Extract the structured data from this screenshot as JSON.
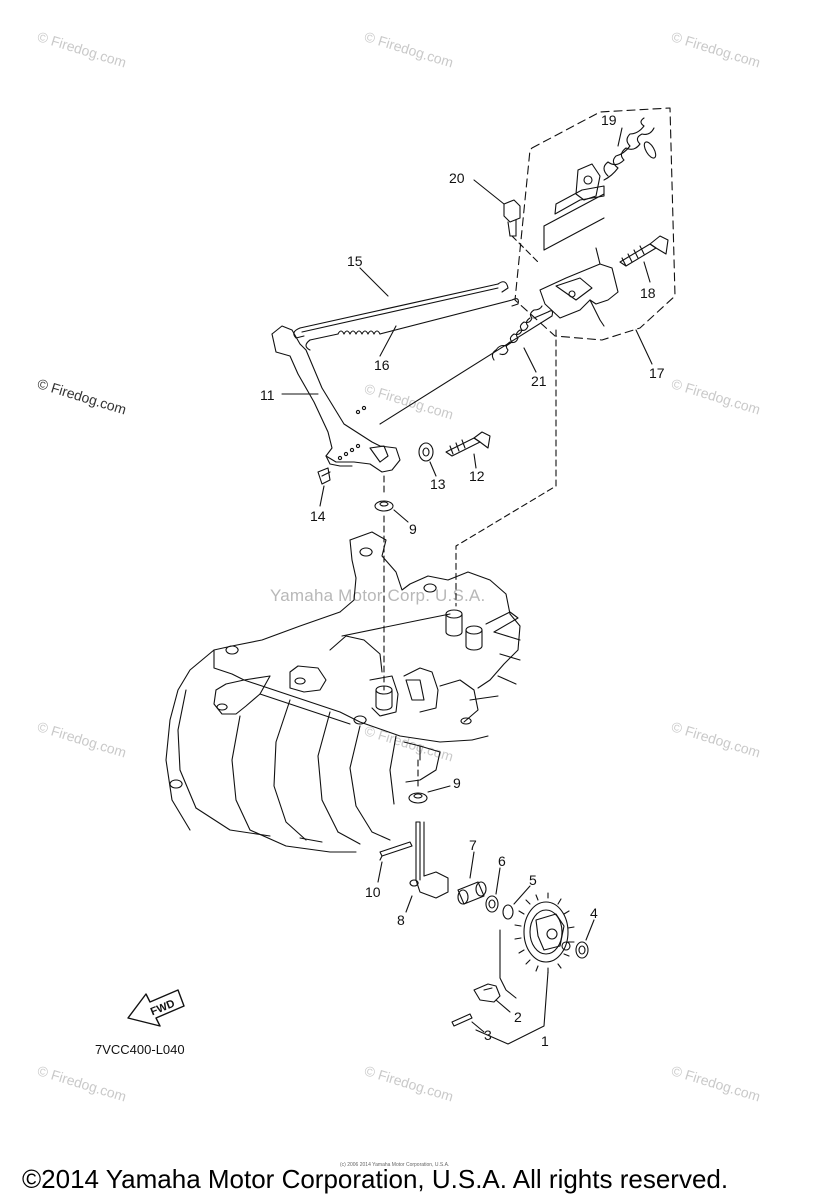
{
  "diagram": {
    "part_code": "7VCC400-L040",
    "center_mark": "Yamaha Motor Corp. U.S.A.",
    "fwd_label": "FWD",
    "copyright": "©2014 Yamaha Motor Corporation, U.S.A. All rights reserved.",
    "fine_print": "(c) 2006 2014 Yamaha Motor Corporation, U.S.A.",
    "watermark": "© Firedog.com",
    "callouts": {
      "c1": "1",
      "c2": "2",
      "c3": "3",
      "c4": "4",
      "c5": "5",
      "c6": "6",
      "c7": "7",
      "c8": "8",
      "c9a": "9",
      "c9b": "9",
      "c10": "10",
      "c11": "11",
      "c12": "12",
      "c13": "13",
      "c14": "14",
      "c15": "15",
      "c16": "16",
      "c17": "17",
      "c18": "18",
      "c19": "19",
      "c20": "20",
      "c21": "21"
    }
  }
}
